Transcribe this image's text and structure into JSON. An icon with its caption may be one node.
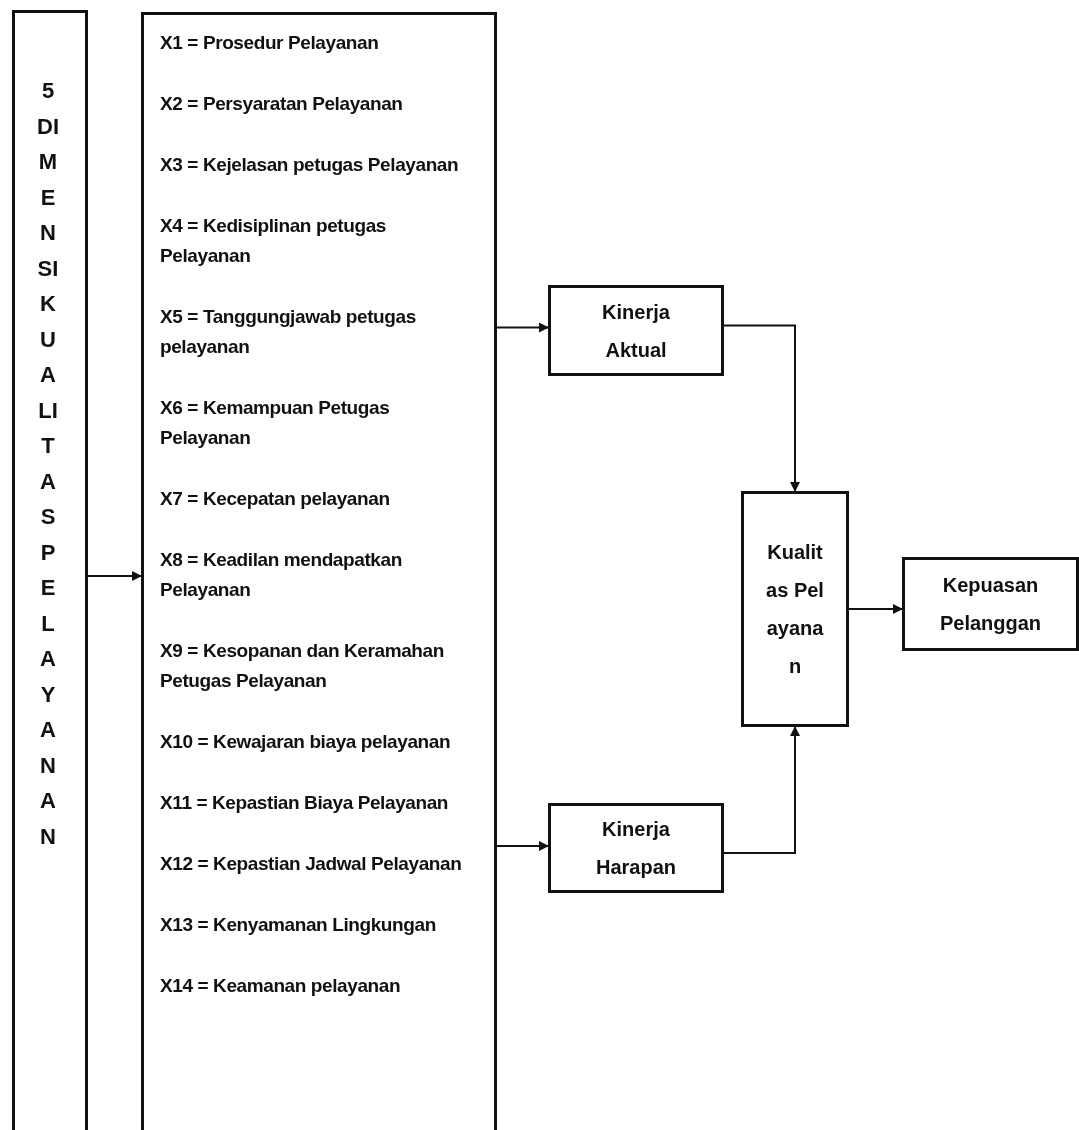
{
  "diagram": {
    "nodes": [
      {
        "text": [
          "5 DIMENSI KUALITAS PELAYANAN"
        ]
      },
      {
        "text": [
          "X1 = Prosedur Pelayanan",
          "X2 = Persyaratan Pelayanan",
          "X3 = Kejelasan petugas Pelayanan",
          "X4 = Kedisiplinan petugas Pelayanan",
          "X5 = Tanggungjawab petugas pelayanan",
          "X6 = Kemampuan Petugas Pelayanan",
          "X7 = Kecepatan pelayanan",
          "X8 = Keadilan mendapatkan Pelayanan",
          "X9 = Kesopanan dan Keramahan Petugas Pelayanan",
          "X10 = Kewajaran biaya pelayanan",
          "X11 = Kepastian Biaya Pelayanan",
          "X12 = Kepastian Jadwal Pelayanan",
          "X13 = Kenyamanan Lingkungan",
          "X14 = Keamanan pelayanan"
        ]
      },
      {
        "text": [
          "Kinerja Aktual"
        ]
      },
      {
        "text": [
          "Kinerja Harapan"
        ]
      },
      {
        "text": [
          "Kualitas Pelayanan"
        ]
      },
      {
        "text": [
          "Kepuasan Pelanggan"
        ]
      }
    ],
    "edges": [
      {
        "from": 0,
        "to": 1,
        "arrow": "to"
      },
      {
        "from": 1,
        "to": 2,
        "arrow": "to"
      },
      {
        "from": 1,
        "to": 3,
        "arrow": "to"
      },
      {
        "from": 2,
        "to": 4,
        "arrow": "to"
      },
      {
        "from": 3,
        "to": 4,
        "arrow": "to"
      },
      {
        "from": 4,
        "to": 5,
        "arrow": "to"
      }
    ]
  }
}
